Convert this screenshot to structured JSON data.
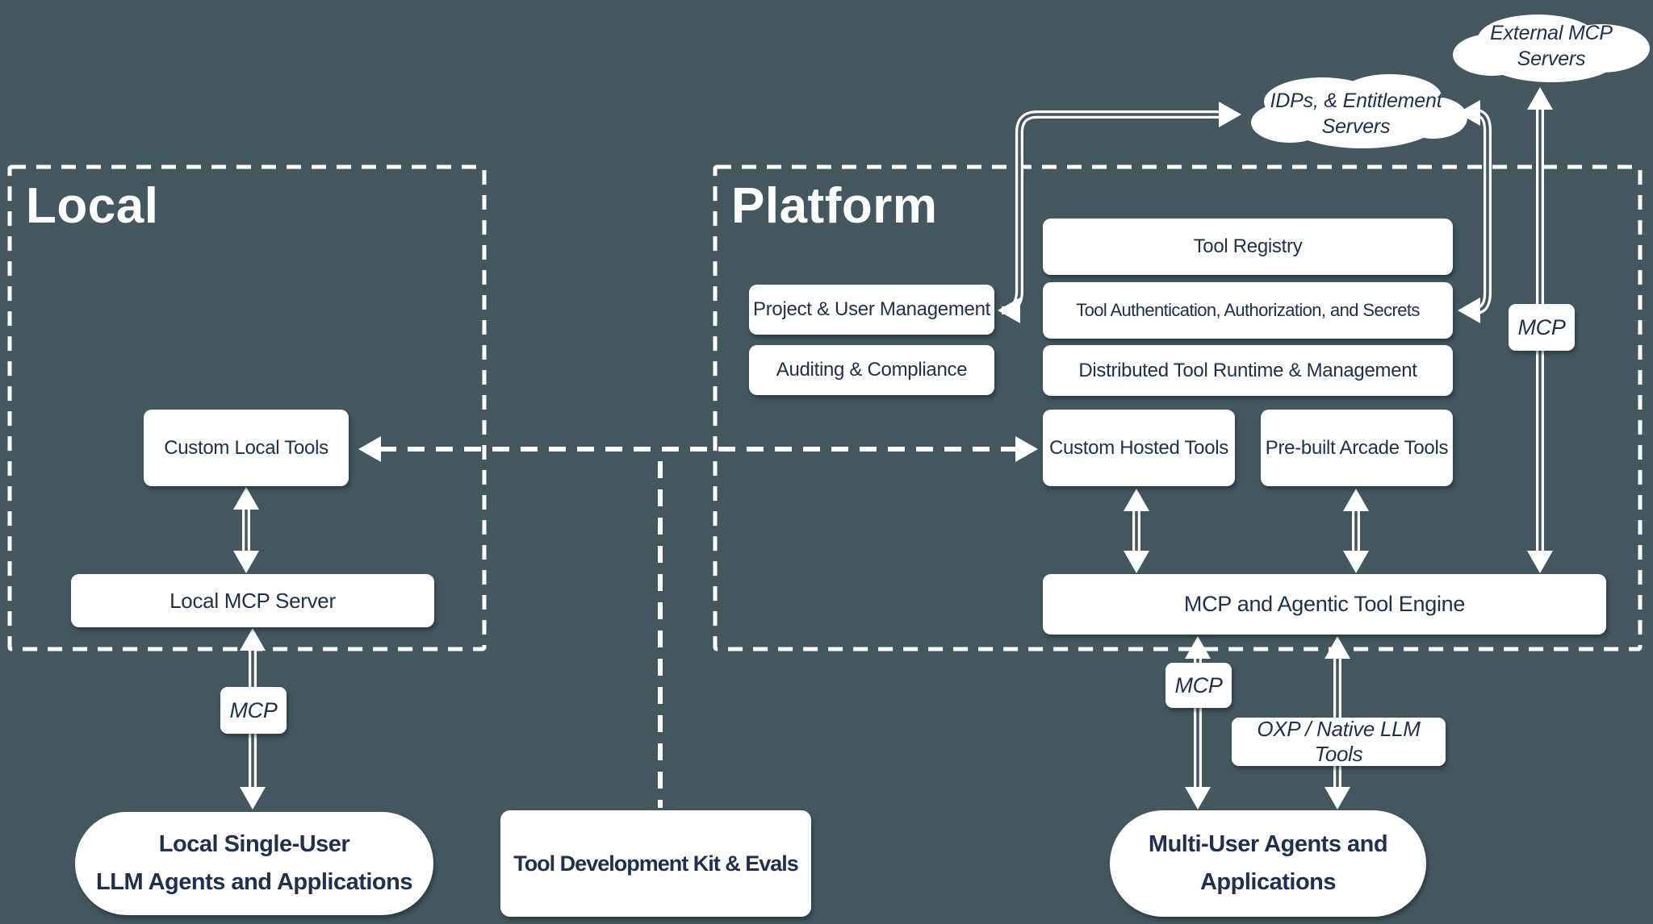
{
  "colors": {
    "background": "#42575E",
    "shape_fill": "#FFFFFF",
    "text": "#203150"
  },
  "containers": {
    "local": {
      "title": "Local"
    },
    "platform": {
      "title": "Platform"
    }
  },
  "clouds": {
    "external": {
      "label": "External MCP Servers"
    },
    "idp": {
      "line1": "IDPs, & Entitlement",
      "line2": "Servers"
    }
  },
  "nodes": {
    "custom_local_tools": {
      "label": "Custom Local Tools"
    },
    "local_mcp_server": {
      "label": "Local MCP Server"
    },
    "local_agents": {
      "line1": "Local Single-User",
      "line2": "LLM Agents and Applications"
    },
    "tdk": {
      "label": "Tool Development Kit & Evals"
    },
    "project_user_mgmt": {
      "label": "Project & User Management"
    },
    "auditing_compliance": {
      "label": "Auditing & Compliance"
    },
    "tool_registry": {
      "label": "Tool Registry"
    },
    "tool_auth": {
      "label": "Tool Authentication, Authorization, and Secrets"
    },
    "distributed_runtime": {
      "label": "Distributed Tool Runtime & Management"
    },
    "custom_hosted_tools": {
      "label": "Custom Hosted Tools"
    },
    "prebuilt_arcade_tools": {
      "label": "Pre-built Arcade Tools"
    },
    "mcp_engine": {
      "label": "MCP and Agentic Tool Engine"
    },
    "multi_user_agents": {
      "line1": "Multi-User Agents and",
      "line2": "Applications"
    }
  },
  "edge_labels": {
    "mcp": "MCP",
    "oxp": "OXP / Native LLM Tools"
  }
}
